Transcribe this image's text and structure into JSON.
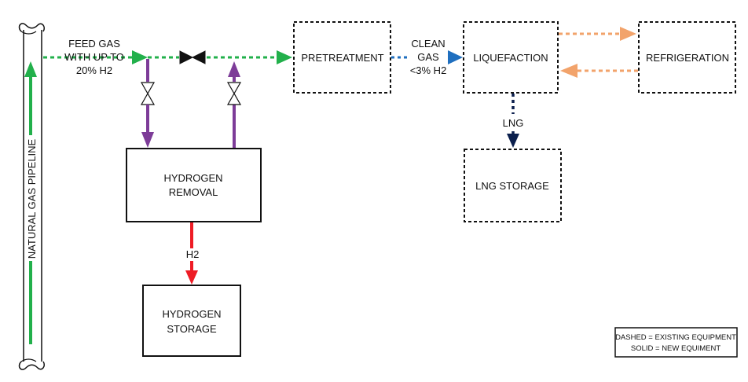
{
  "pipeline": {
    "label": "NATURAL GAS PIPELINE"
  },
  "feed": {
    "line1": "FEED GAS",
    "line2": "WITH UP TO",
    "line3": "20% H2"
  },
  "clean_gas": {
    "line1": "CLEAN",
    "line2": "GAS",
    "line3": "<3% H2"
  },
  "units": {
    "pretreatment": "PRETREATMENT",
    "liquefaction": "LIQUEFACTION",
    "refrigeration": "REFRIGERATION",
    "lng_storage": "LNG STORAGE",
    "hydrogen_removal": {
      "line1": "HYDROGEN",
      "line2": "REMOVAL"
    },
    "hydrogen_storage": {
      "line1": "HYDROGEN",
      "line2": "STORAGE"
    }
  },
  "streams": {
    "lng": "LNG",
    "h2": "H2"
  },
  "legend": {
    "line1": "DASHED = EXISTING EQUIPMENT",
    "line2": "SOLID = NEW EQUIMENT"
  },
  "colors": {
    "feed_gas": "#22b04b",
    "clean_gas": "#1f6fbf",
    "lng": "#0b1f4d",
    "refrigerant": "#f2a36b",
    "hydrogen_bypass": "#7d3c98",
    "hydrogen": "#ee1c25"
  }
}
